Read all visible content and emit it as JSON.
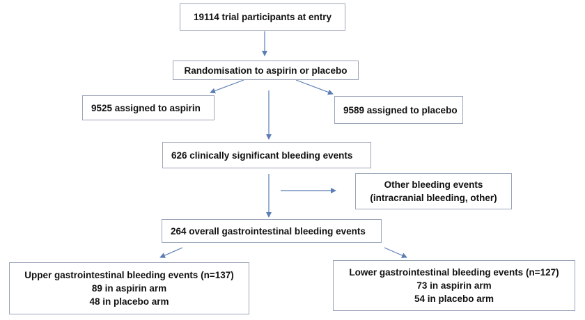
{
  "flowchart": {
    "entry": "19114 trial participants at entry",
    "randomisation": "Randomisation to aspirin or placebo",
    "aspirin": "9525 assigned to aspirin",
    "placebo": "9589 assigned to placebo",
    "bleeding": "626 clinically significant bleeding events",
    "other": {
      "line1": "Other bleeding events",
      "line2": "(intracranial bleeding, other)"
    },
    "gi": "264 overall gastrointestinal bleeding events",
    "upper": {
      "title": "Upper gastrointestinal bleeding events (n=137)",
      "aspirin": "89 in aspirin arm",
      "placebo": "48 in placebo arm"
    },
    "lower": {
      "title": "Lower gastrointestinal bleeding events (n=127)",
      "aspirin": "73 in aspirin arm",
      "placebo": "54 in placebo arm"
    },
    "arrow_color": "#5b7db5",
    "border_color": "#9aa4b8"
  }
}
